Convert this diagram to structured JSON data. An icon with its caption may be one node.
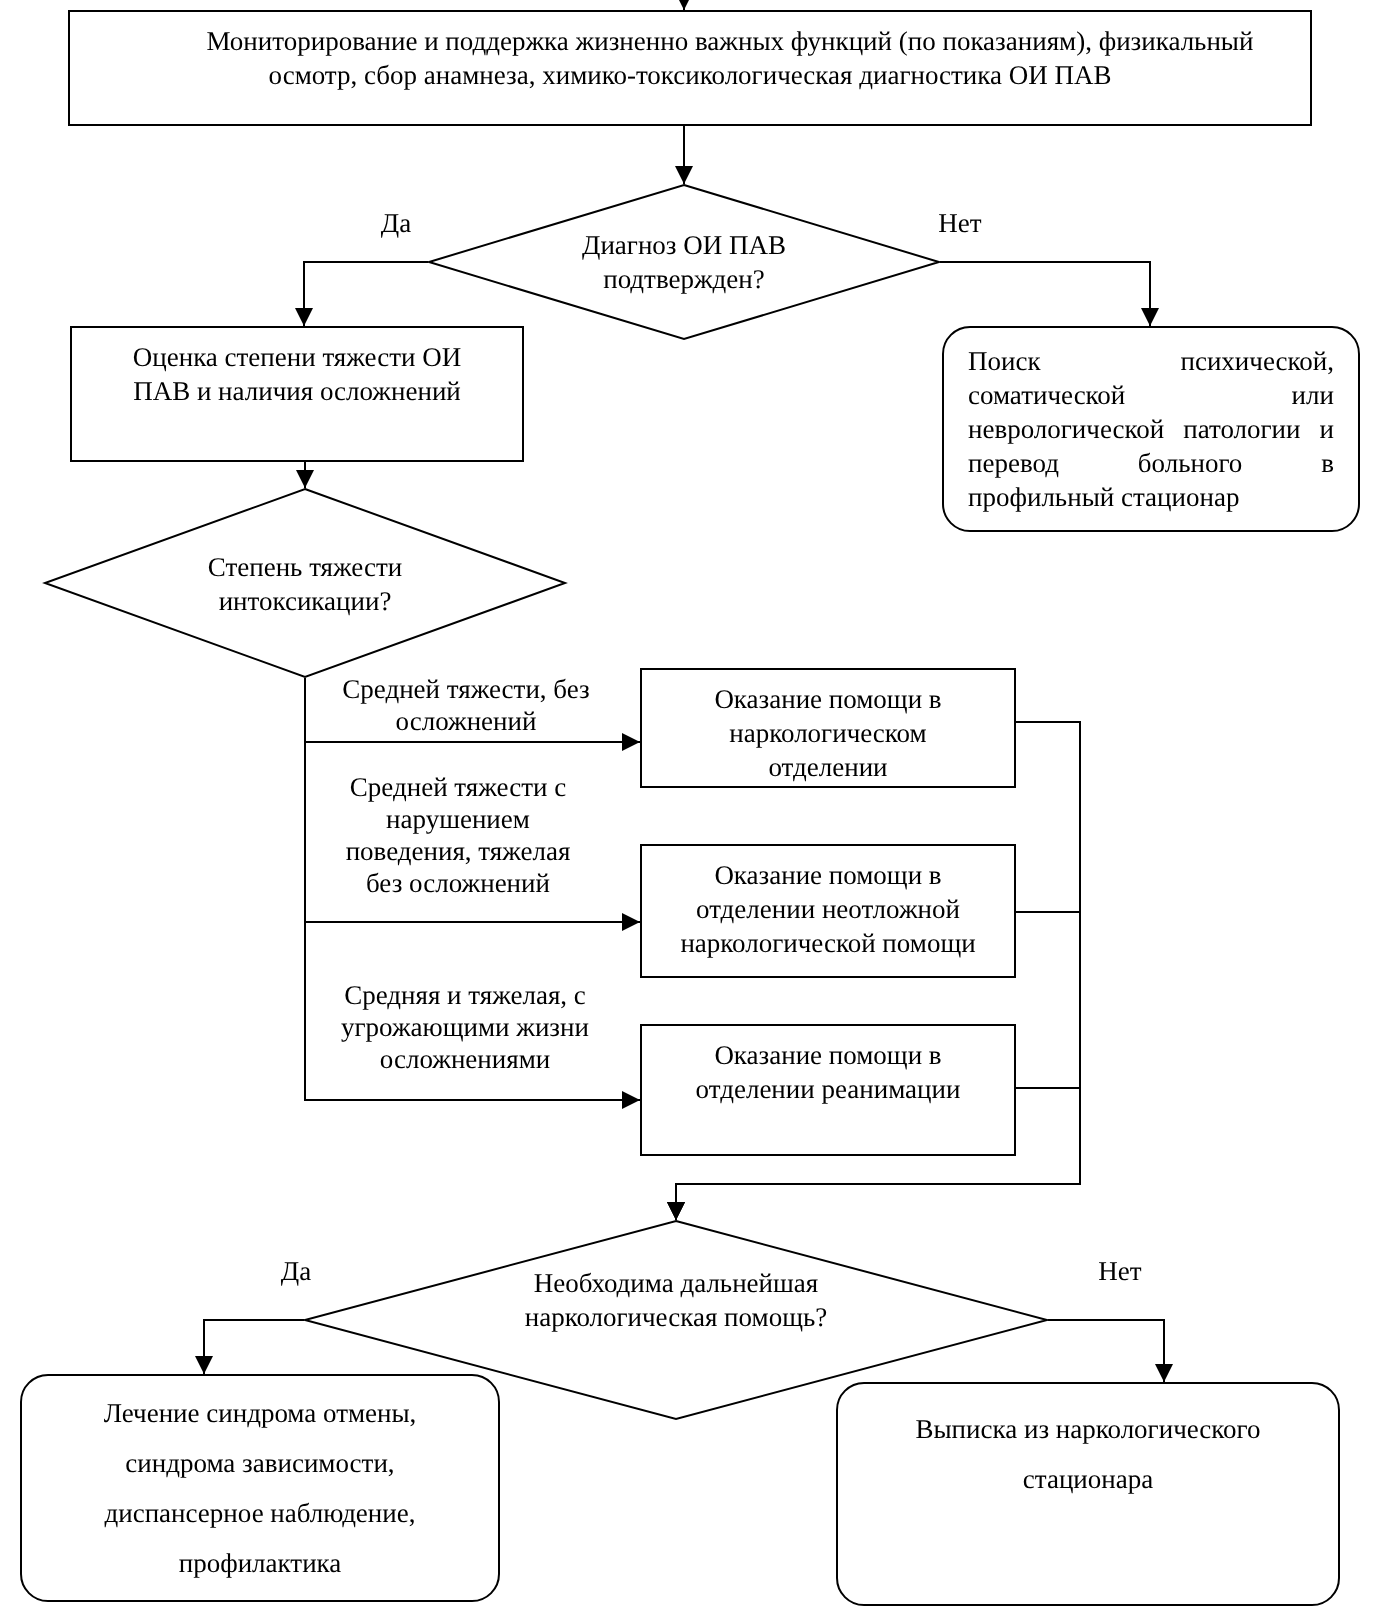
{
  "diagram": {
    "nodes": [
      {
        "text": [
          "Мониторирование и поддержка жизненно важных функций (по показаниям), физикальный осмотр, сбор анамнеза, химико-токсикологическая диагностика ОИ ПАВ"
        ]
      },
      {
        "text": [
          "Диагноз ОИ ПАВ подтвержден?"
        ]
      },
      {
        "text": [
          "Оценка степени тяжести ОИ ПАВ и наличия осложнений"
        ]
      },
      {
        "text": [
          "Поиск психической, соматической или неврологической патологии и перевод больного в профильный стационар"
        ]
      },
      {
        "text": [
          "Степень тяжести интоксикации?"
        ]
      },
      {
        "text": [
          "Оказание помощи в наркологическом отделении"
        ]
      },
      {
        "text": [
          "Оказание помощи в отделении неотложной наркологической помощи"
        ]
      },
      {
        "text": [
          "Оказание помощи в отделении реанимации"
        ]
      },
      {
        "text": [
          "Необходима дальнейшая наркологическая помощь?"
        ]
      },
      {
        "text": [
          "Лечение синдрома отмены, синдрома зависимости, диспансерное наблюдение, профилактика"
        ]
      },
      {
        "text": [
          "Выписка из наркологического стационара"
        ]
      }
    ],
    "edges": [
      {
        "from": null,
        "to": 0,
        "arrow": "to"
      },
      {
        "from": 0,
        "to": 1,
        "arrow": "to"
      },
      {
        "from": 1,
        "to": 2,
        "arrow": "to",
        "label": "Да"
      },
      {
        "from": 1,
        "to": 3,
        "arrow": "to",
        "label": "Нет"
      },
      {
        "from": 2,
        "to": 4,
        "arrow": "to"
      },
      {
        "from": 4,
        "to": 5,
        "arrow": "to",
        "label": "Средней тяжести, без осложнений"
      },
      {
        "from": 4,
        "to": 6,
        "arrow": "to",
        "label": "Средней тяжести с нарушением поведения, тяжелая без осложнений"
      },
      {
        "from": 4,
        "to": 7,
        "arrow": "to",
        "label": "Средняя и тяжелая, с угрожающими жизни осложнениями"
      },
      {
        "from": 5,
        "to": 8,
        "arrow": "to"
      },
      {
        "from": 6,
        "to": 8,
        "arrow": "to"
      },
      {
        "from": 7,
        "to": 8,
        "arrow": "to"
      },
      {
        "from": 8,
        "to": 9,
        "arrow": "to",
        "label": "Да"
      },
      {
        "from": 8,
        "to": 10,
        "arrow": "to",
        "label": "Нет"
      }
    ]
  }
}
